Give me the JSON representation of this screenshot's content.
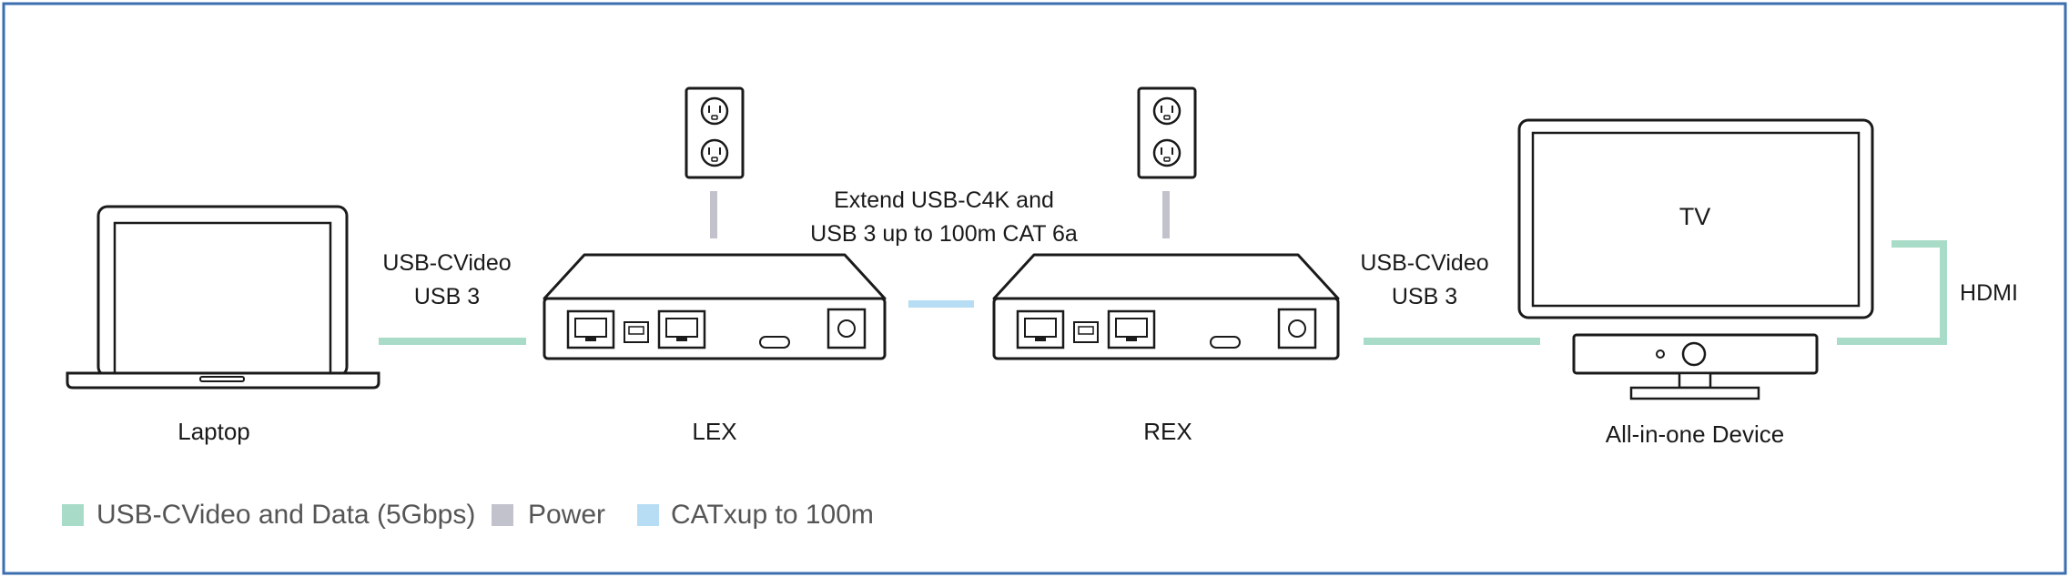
{
  "labels": {
    "laptop": "Laptop",
    "lex": "LEX",
    "rex": "REX",
    "device": "All-in-one Device",
    "tv": "TV",
    "hdmi": "HDMI"
  },
  "links": {
    "left_line1": "USB-CVideo",
    "left_line2": "USB 3",
    "center_line1": "Extend USB-C4K and",
    "center_line2": "USB 3 up to 100m CAT 6a",
    "right_line1": "USB-CVideo",
    "right_line2": "USB 3"
  },
  "legend": {
    "usb": "USB-CVideo and Data (5Gbps)",
    "power": "Power",
    "cat": "CATxup to 100m"
  },
  "colors": {
    "usb": "#a9dcc8",
    "power": "#c2c2cd",
    "cat": "#b6ddf3",
    "border": "#3d6fb0"
  }
}
